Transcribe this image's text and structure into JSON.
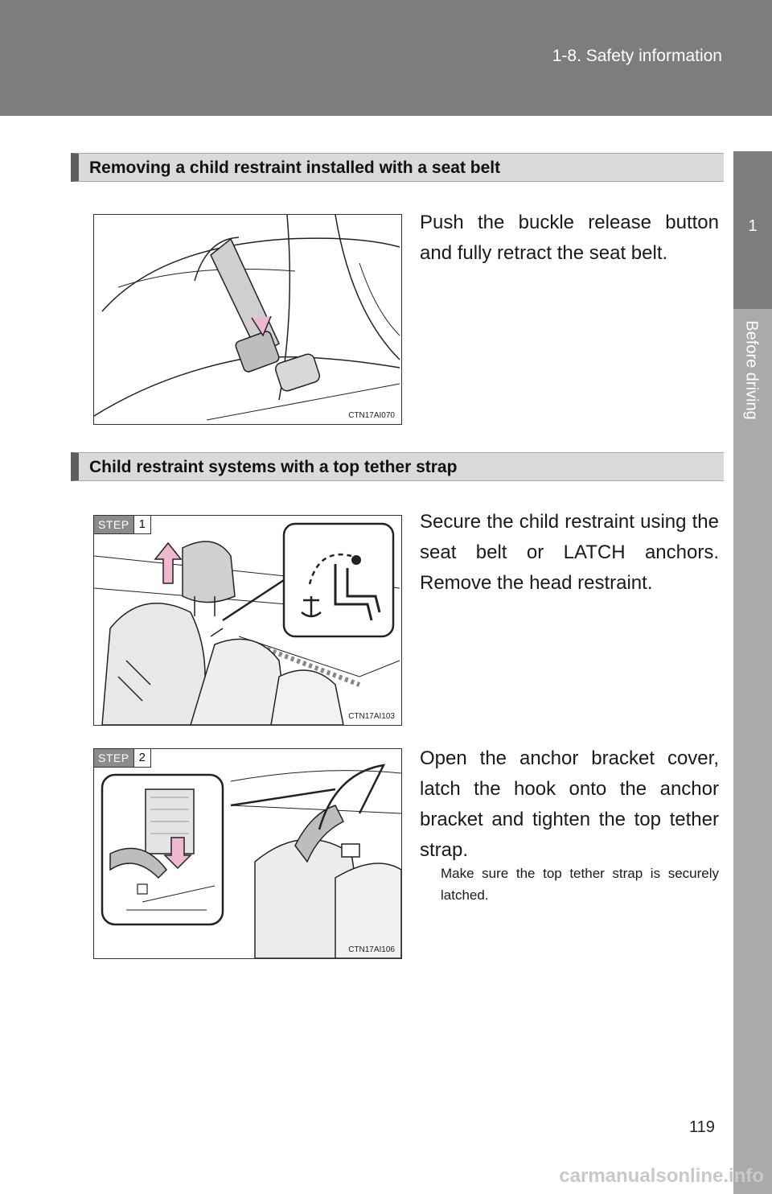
{
  "header": {
    "section_title": "1-8. Safety information"
  },
  "side_tab": {
    "chapter_number": "1",
    "chapter_label": "Before driving"
  },
  "sections": [
    {
      "heading": "Removing a child restraint installed with a seat belt",
      "figure_code": "CTN17AI070",
      "text": "Push the buckle release button and fully retract the seat belt."
    },
    {
      "heading": "Child restraint systems with a top tether strap",
      "steps": [
        {
          "label": "STEP",
          "number": "1",
          "figure_code": "CTN17AI103",
          "text": "Secure the child restraint using the seat belt or LATCH anchors. Remove the head restraint."
        },
        {
          "label": "STEP",
          "number": "2",
          "figure_code": "CTN17AI106",
          "text": "Open the anchor bracket cover, latch the hook onto the anchor bracket and tighten the top tether strap.",
          "note": "Make sure the top tether strap is securely latched."
        }
      ]
    }
  ],
  "page_number": "119",
  "watermark": "carmanualsonline.info",
  "colors": {
    "header_bg": "#7d7d7d",
    "side_strip": "#aaaaaa",
    "section_bar": "#dadada",
    "arrow_pink": "#f0b8d0"
  }
}
